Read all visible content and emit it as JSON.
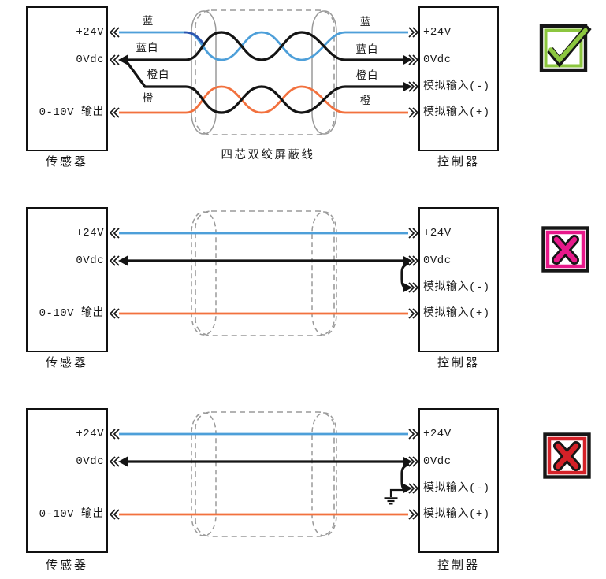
{
  "colors": {
    "wire_blue": "#4d9fd9",
    "wire_blue_dark": "#2b55b0",
    "wire_orange": "#f2713e",
    "wire_black": "#141414",
    "shield_gray": "#9a9a9a",
    "check_green": "#8cc63f",
    "cross_magenta": "#e7188a",
    "cross_red": "#d42128"
  },
  "diagrams": [
    {
      "verdict": "correct",
      "verdict_icon": "checkbox-checked",
      "sensor": {
        "title": "传感器",
        "terminals": [
          "+24V",
          "0Vdc",
          "0-10V 输出"
        ]
      },
      "controller": {
        "title": "控制器",
        "terminals": [
          "+24V",
          "0Vdc",
          "模拟输入(-)",
          "模拟输入(+)"
        ]
      },
      "cable_label": "四芯双绞屏蔽线",
      "wire_labels_left": [
        "蓝",
        "蓝白",
        "橙白",
        "橙"
      ],
      "wire_labels_right": [
        "蓝",
        "蓝白",
        "橙白",
        "橙"
      ]
    },
    {
      "verdict": "incorrect",
      "verdict_icon": "checkbox-cross-magenta",
      "sensor": {
        "title": "传感器",
        "terminals": [
          "+24V",
          "0Vdc",
          "0-10V 输出"
        ]
      },
      "controller": {
        "title": "控制器",
        "terminals": [
          "+24V",
          "0Vdc",
          "模拟输入(-)",
          "模拟输入(+)"
        ]
      }
    },
    {
      "verdict": "incorrect",
      "verdict_icon": "checkbox-cross-red",
      "sensor": {
        "title": "传感器",
        "terminals": [
          "+24V",
          "0Vdc",
          "0-10V 输出"
        ]
      },
      "controller": {
        "title": "控制器",
        "terminals": [
          "+24V",
          "0Vdc",
          "模拟输入(-)",
          "模拟输入(+)"
        ]
      }
    }
  ]
}
